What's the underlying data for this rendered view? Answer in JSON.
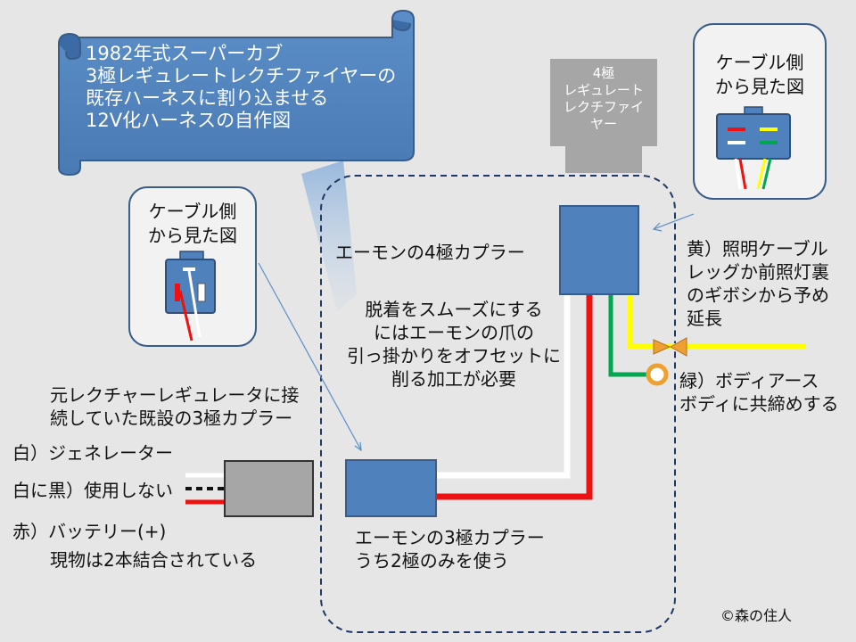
{
  "title_scroll": {
    "lines": [
      "1982年式スーパーカブ",
      "3極レギュレートレクチファイヤーの",
      "既存ハーネスに割り込ませる",
      "12V化ハーネスの自作図"
    ]
  },
  "regulator_block": {
    "lines": [
      "4極",
      "レギュレート",
      "レクチファイ",
      "ヤー"
    ]
  },
  "cable_view_right": {
    "lines": [
      "ケーブル側",
      "から見た図"
    ]
  },
  "cable_view_left": {
    "lines": [
      "ケーブル側",
      "から見た図"
    ]
  },
  "amon_4pole_label": "エーモンの4極カプラー",
  "note": {
    "lines": [
      "脱着をスムーズにする",
      "にはエーモンの爪の",
      "引っ掛かりをオフセットに",
      "削る加工が必要"
    ]
  },
  "yellow_label": {
    "lines": [
      "黄）照明ケーブル",
      "レッグか前照灯裏",
      "のギボシから予め",
      "延長"
    ]
  },
  "green_label": {
    "lines": [
      "緑）ボディアース",
      "ボディに共締めする"
    ]
  },
  "existing_coupler_label": {
    "lines": [
      "元レクチャーレギュレータに接",
      "続していた既設の3極カプラー"
    ]
  },
  "wire_labels": {
    "white": "白）ジェネレーター",
    "white_black": "白に黒）使用しない",
    "red": "赤）バッテリー(+)",
    "red_note": "現物は2本結合されている"
  },
  "amon_3pole_label": {
    "lines": [
      "エーモンの3極カプラー",
      "うち2極のみを使う"
    ]
  },
  "copyright": "©森の住人",
  "colors": {
    "background": "#e6e6e6",
    "coupler_blue": "#4f81bd",
    "coupler_border": "#385d8a",
    "gray_coupler": "#a6a6a6",
    "regulator_gray": "#a6a6a6",
    "wire_red": "#ee1111",
    "wire_white": "#ffffff",
    "wire_yellow": "#ffff00",
    "wire_green": "#00a650",
    "terminal_orange": "#f0a030",
    "dashed_border": "#1f3864"
  }
}
